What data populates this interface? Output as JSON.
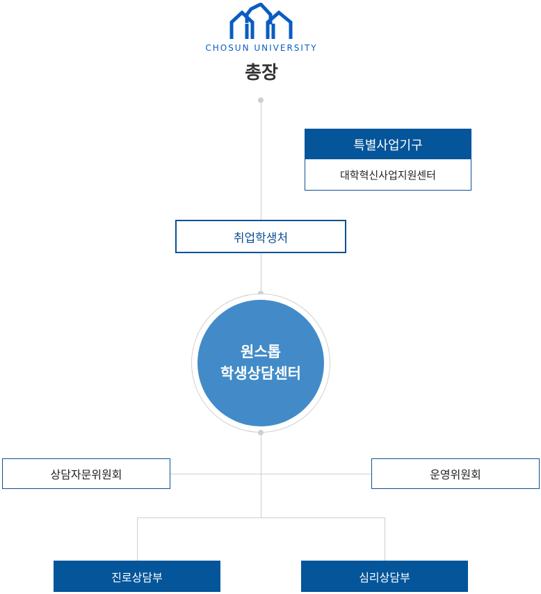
{
  "logo": {
    "text": "CHOSUN UNIVERSITY",
    "color": "#0a5cc2"
  },
  "president": "총장",
  "special": {
    "title": "특별사업기구",
    "sub": "대학혁신사업지원센터"
  },
  "office": "취업학생처",
  "center": {
    "line1": "원스톱",
    "line2": "학생상담센터",
    "color": "#428bc8"
  },
  "committees": {
    "left": "상담자문위원회",
    "right": "운영위원회"
  },
  "departments": {
    "left": "진로상담부",
    "right": "심리상담부"
  },
  "colors": {
    "navy": "#04559a",
    "line": "#cfcfcf"
  }
}
